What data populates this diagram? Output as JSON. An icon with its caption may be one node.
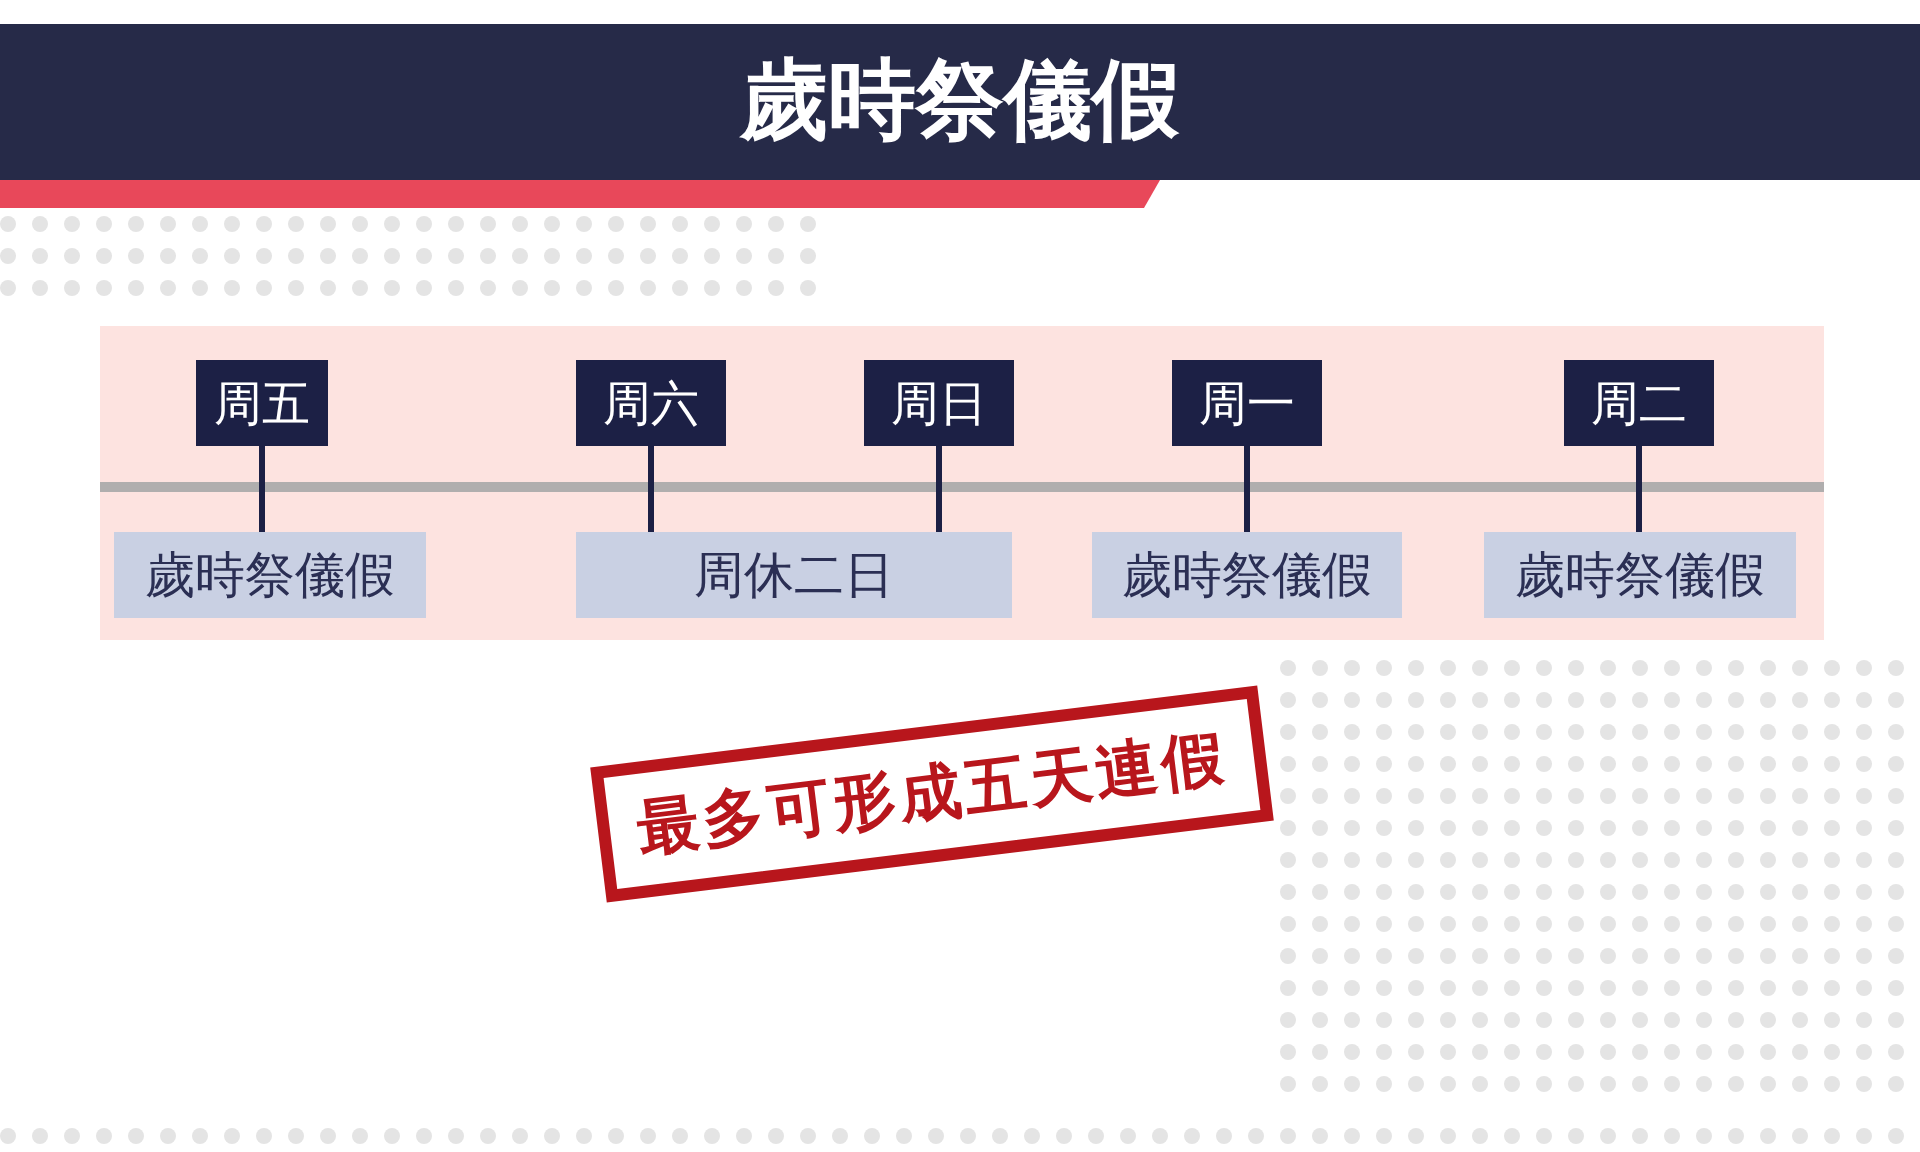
{
  "diagram": {
    "title": "歲時祭儀假",
    "nodes": [
      {
        "text": [
          "周五"
        ]
      },
      {
        "text": [
          "周六"
        ]
      },
      {
        "text": [
          "周日"
        ]
      },
      {
        "text": [
          "周一"
        ]
      },
      {
        "text": [
          "周二"
        ]
      },
      {
        "text": [
          "歲時祭儀假"
        ]
      },
      {
        "text": [
          "周休二日"
        ]
      },
      {
        "text": [
          "歲時祭儀假"
        ]
      },
      {
        "text": [
          "歲時祭儀假"
        ]
      },
      {
        "text": [
          "最多可形成五天連假"
        ]
      }
    ],
    "edges": [
      {
        "from": 0,
        "to": 5,
        "arrow": "none"
      },
      {
        "from": 1,
        "to": 6,
        "arrow": "none"
      },
      {
        "from": 2,
        "to": 6,
        "arrow": "none"
      },
      {
        "from": 3,
        "to": 7,
        "arrow": "none"
      },
      {
        "from": 4,
        "to": 8,
        "arrow": "none"
      }
    ]
  }
}
